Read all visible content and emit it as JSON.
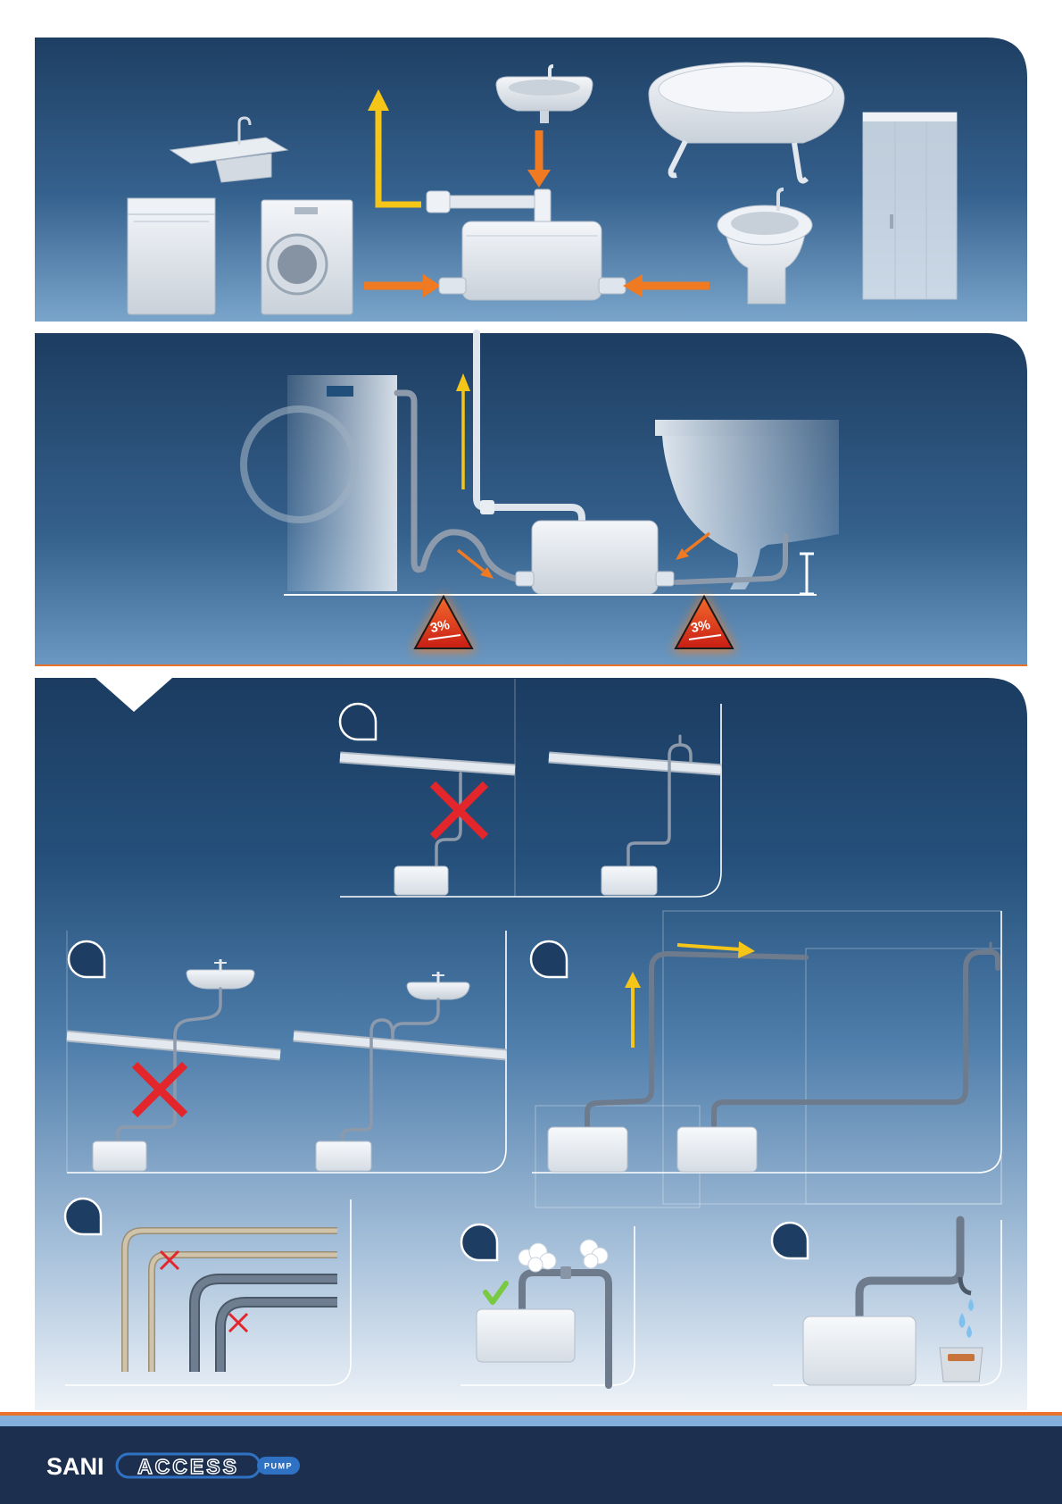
{
  "colors": {
    "orange_arrow": "#f07a22",
    "yellow_arrow": "#f5c518",
    "forbidden_cross": "#e3262b",
    "allowed_check": "#7ac943",
    "warning_triangle": "#e0361e",
    "rule_orange": "#e8722a",
    "footer_navy": "#1c2f4f",
    "brand_blue": "#2f72c4"
  },
  "panel_1": {
    "icons": [
      "dishwasher-icon",
      "kitchen-sink-icon",
      "washing-machine-icon",
      "washbasin-icon",
      "bathtub-icon",
      "toilet-icon",
      "shower-icon",
      "pump-unit-icon"
    ]
  },
  "panel_2": {
    "slope_warnings": [
      {
        "label": "3%",
        "icon": "warning-triangle-icon"
      },
      {
        "label": "3%",
        "icon": "warning-triangle-icon"
      }
    ]
  },
  "panel_3": {
    "markers": {
      "forbidden": "cross-icon",
      "allowed": "check-icon"
    }
  },
  "footer": {
    "logo": {
      "brand": "SANI",
      "product": "ACCESS",
      "badge": "PUMP"
    }
  }
}
